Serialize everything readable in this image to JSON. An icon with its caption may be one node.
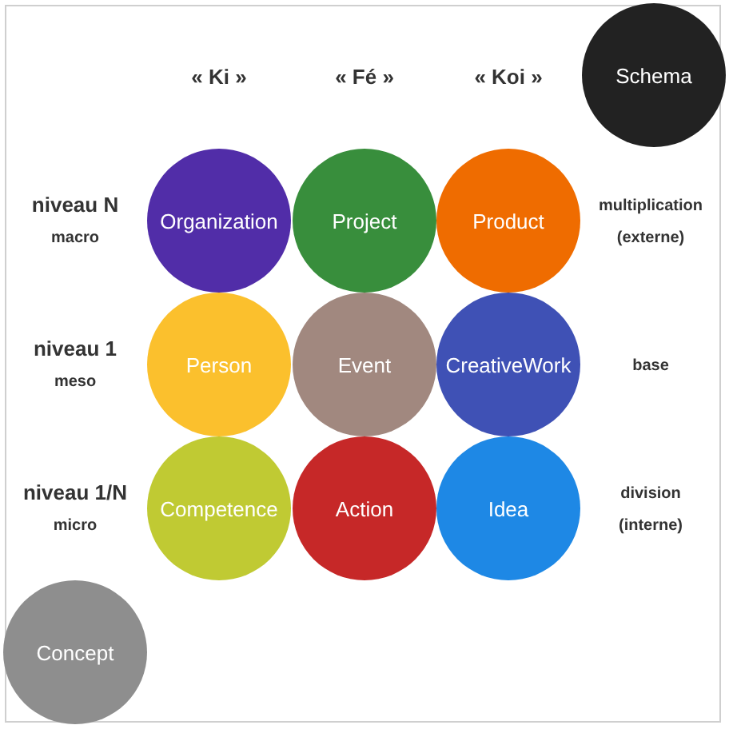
{
  "diagram": {
    "nodes": [
      {
        "text": [
          "Schema"
        ]
      },
      {
        "text": [
          "Organization"
        ]
      },
      {
        "text": [
          "Project"
        ]
      },
      {
        "text": [
          "Product"
        ]
      },
      {
        "text": [
          "Person"
        ]
      },
      {
        "text": [
          "Event"
        ]
      },
      {
        "text": [
          "CreativeWork"
        ]
      },
      {
        "text": [
          "Competence"
        ]
      },
      {
        "text": [
          "Action"
        ]
      },
      {
        "text": [
          "Idea"
        ]
      },
      {
        "text": [
          "Concept"
        ]
      }
    ],
    "labels": [
      "« Ki »",
      "« Fé »",
      "« Koi »",
      "niveau N",
      "macro",
      "multiplication",
      "(externe)",
      "niveau 1",
      "meso",
      "base",
      "niveau 1/N",
      "micro",
      "division",
      "(interne)"
    ]
  }
}
